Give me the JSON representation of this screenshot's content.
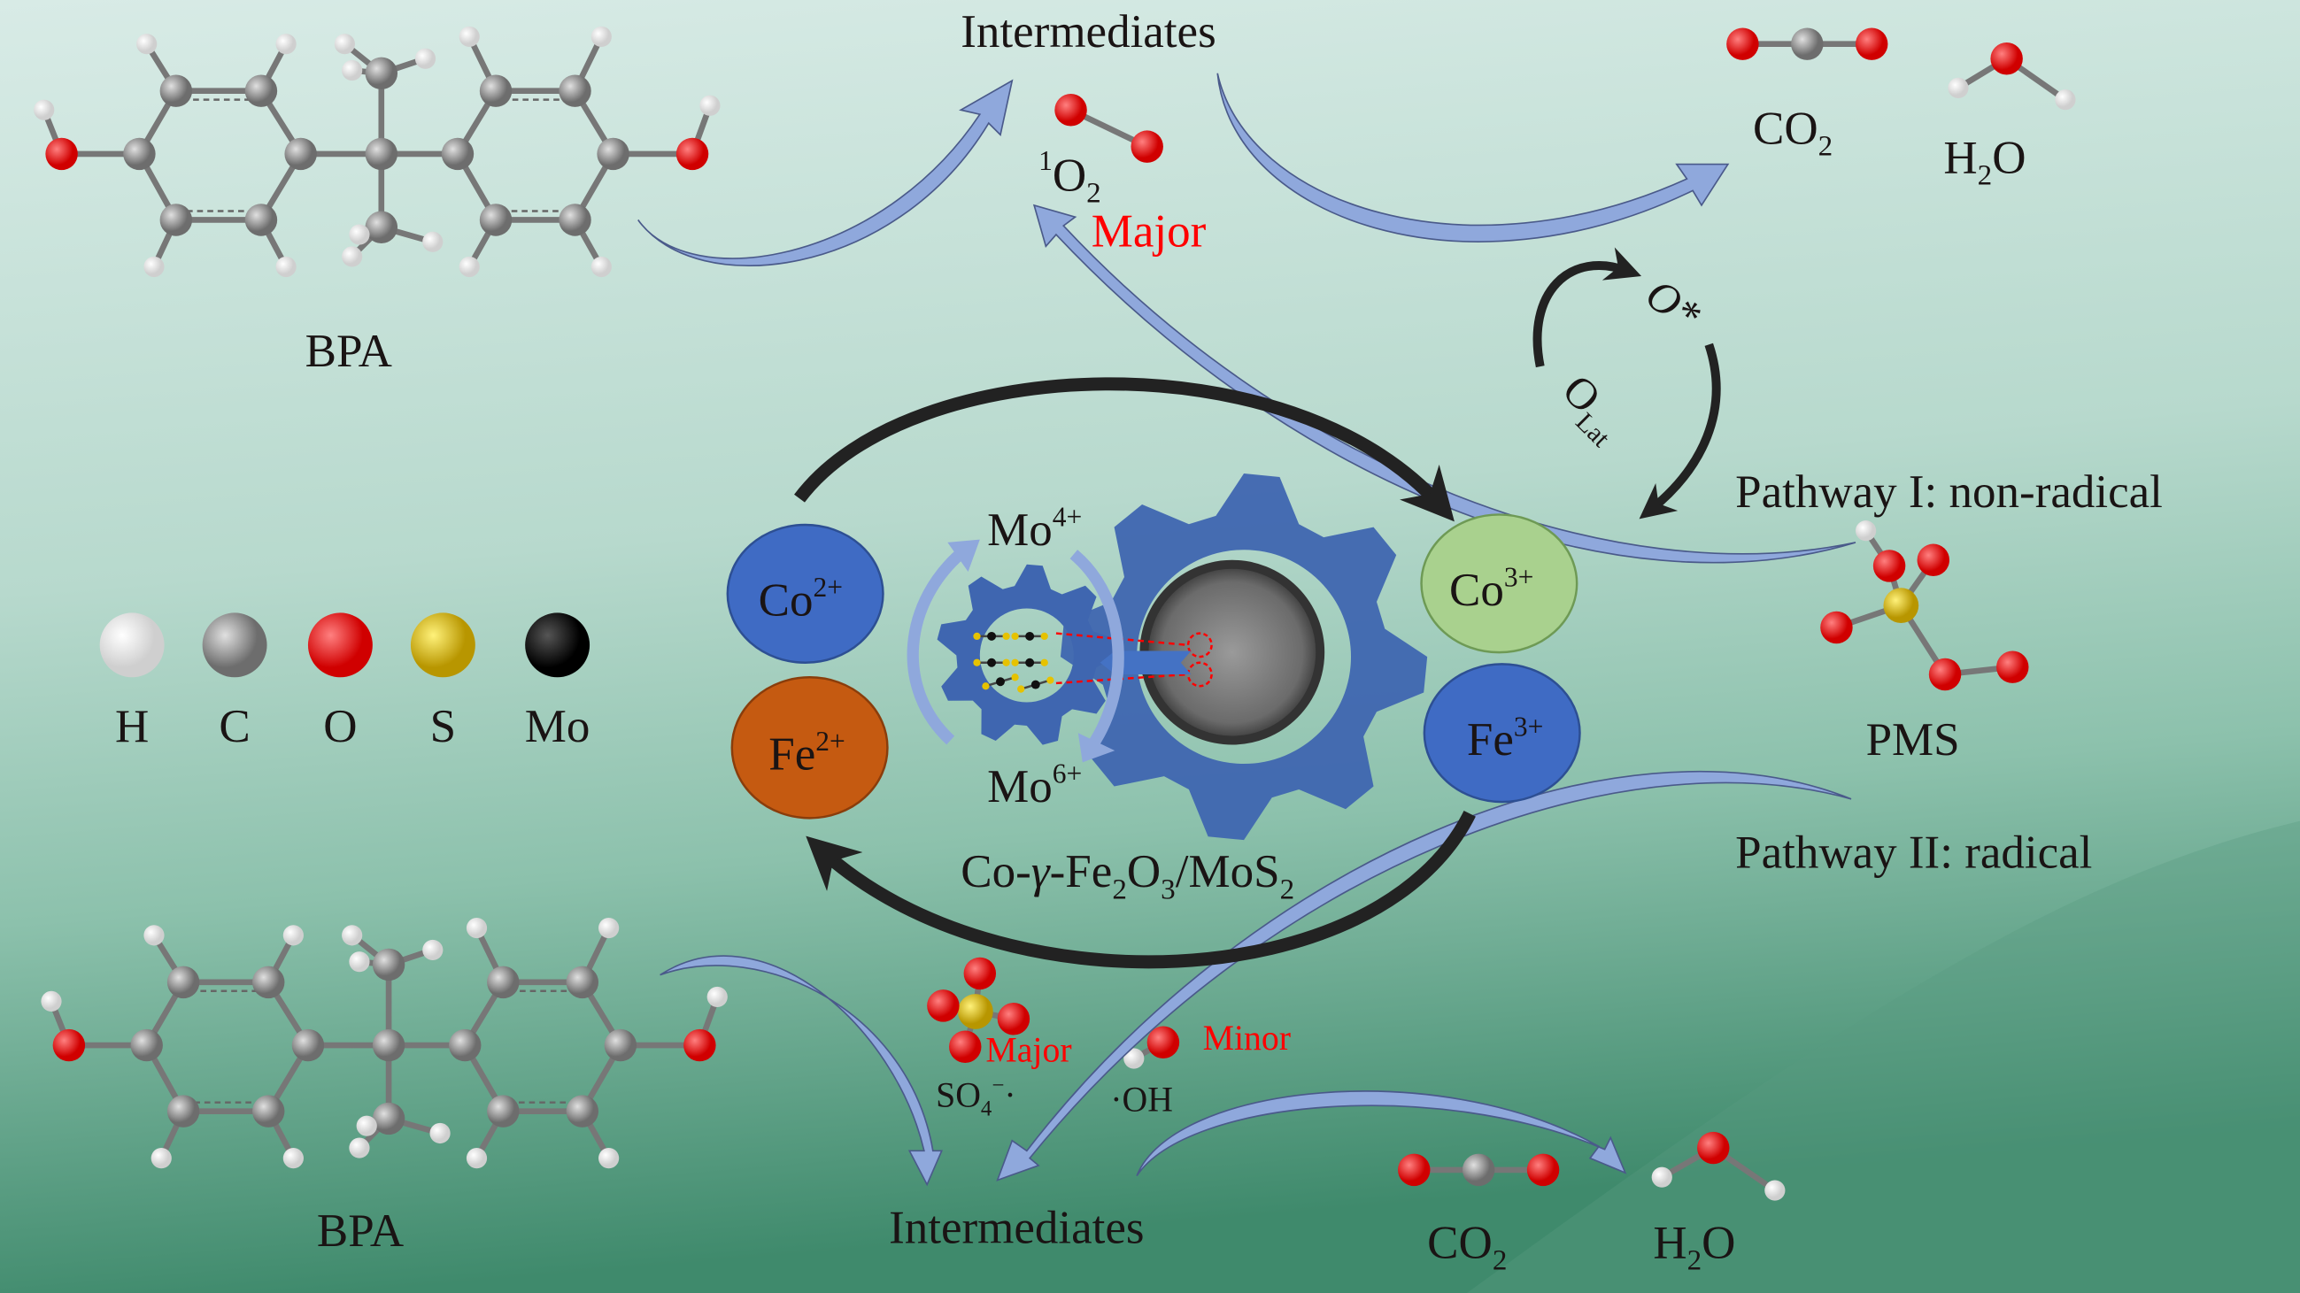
{
  "labels": {
    "bpa_top": "BPA",
    "bpa_bottom": "BPA",
    "intermediates_top": "Intermediates",
    "intermediates_bottom": "Intermediates",
    "singlet_oxygen_sup": "1",
    "singlet_oxygen_o": "O",
    "singlet_oxygen_sub": "2",
    "singlet_oxygen_tag": "Major",
    "co2_top_c": "CO",
    "co2_top_sub": "2",
    "h2o_top_h": "H",
    "h2o_top_sub": "2",
    "h2o_top_o": "O",
    "co2_bottom_c": "CO",
    "co2_bottom_sub": "2",
    "h2o_bottom_h": "H",
    "h2o_bottom_sub": "2",
    "h2o_bottom_o": "O",
    "o_star": "O*",
    "o_lat": "O",
    "o_lat_sub": "Lat",
    "pathway_1": "Pathway I: non-radical",
    "pathway_2": "Pathway II: radical",
    "pms": "PMS",
    "co2plus": "Co",
    "co2plus_sup": "2+",
    "co3plus": "Co",
    "co3plus_sup": "3+",
    "fe2plus": "Fe",
    "fe2plus_sup": "2+",
    "fe3plus": "Fe",
    "fe3plus_sup": "3+",
    "mo4": "Mo",
    "mo4_sup": "4+",
    "mo6": "Mo",
    "mo6_sup": "6+",
    "catalyst_a": "Co-",
    "catalyst_gamma": "γ",
    "catalyst_b": "-Fe",
    "catalyst_sub1": "2",
    "catalyst_c": "O",
    "catalyst_sub2": "3",
    "catalyst_d": "/MoS",
    "catalyst_sub3": "2",
    "sulfate_radical": "SO",
    "sulfate_sub": "4",
    "sulfate_sup": "−",
    "sulfate_dot": "·",
    "sulfate_tag": "Major",
    "hydroxyl_radical": "·OH",
    "hydroxyl_tag": "Minor"
  },
  "legend": [
    {
      "symbol": "H",
      "color": "#ffffff"
    },
    {
      "symbol": "C",
      "color": "#a8a8a8"
    },
    {
      "symbol": "O",
      "color": "#ff1a1a"
    },
    {
      "symbol": "S",
      "color": "#e0c000"
    },
    {
      "symbol": "Mo",
      "color": "#0a0a0a"
    }
  ],
  "colors": {
    "co2plus": "#3f6bc4",
    "co3plus": "#a9d18e",
    "fe2plus": "#c55a11",
    "fe3plus": "#3f6bc4",
    "gear": "#3f66b0",
    "arrow_blue": "#8fa8dc",
    "tag_red": "#ff0000"
  }
}
